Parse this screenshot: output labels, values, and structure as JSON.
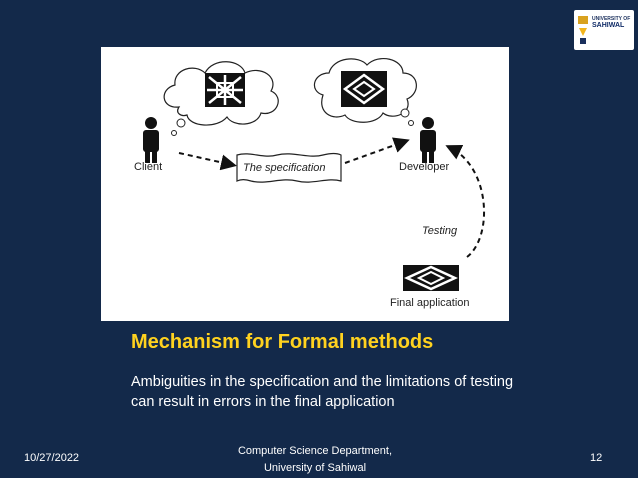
{
  "logo": {
    "line1": "UNIVERSITY OF",
    "line2": "SAHIWAL"
  },
  "figure": {
    "client_label": "Client",
    "specification_label": "The specification",
    "developer_label": "Developer",
    "testing_label": "Testing",
    "final_application_label": "Final application"
  },
  "slide": {
    "title": "Mechanism for Formal methods",
    "caption": "Ambiguities in the specification and the limitations of testing can result in errors in the final application"
  },
  "footer": {
    "date": "10/27/2022",
    "department_line1": "Computer Science Department,",
    "department_line2": "University of Sahiwal",
    "page_number": "12"
  },
  "colors": {
    "background": "#13294a",
    "title": "#ffd21f",
    "text": "#ffffff"
  }
}
